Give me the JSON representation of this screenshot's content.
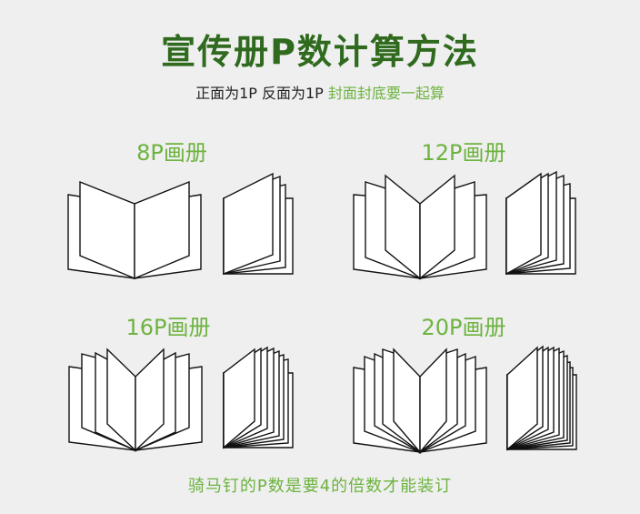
{
  "header": {
    "title": "宣传册P数计算方法",
    "subtitle_main": "正面为1P 反面为1P ",
    "subtitle_highlight": "封面封底要一起算"
  },
  "panels": [
    {
      "label": "8P画册",
      "pages": 8
    },
    {
      "label": "12P画册",
      "pages": 12
    },
    {
      "label": "16P画册",
      "pages": 16
    },
    {
      "label": "20P画册",
      "pages": 20
    }
  ],
  "footer": {
    "note": "骑马钉的P数是要4的倍数才能装订"
  },
  "colors": {
    "title": "#2f6a1e",
    "accent": "#6db33f",
    "background": "#efefef",
    "line": "#111111"
  }
}
